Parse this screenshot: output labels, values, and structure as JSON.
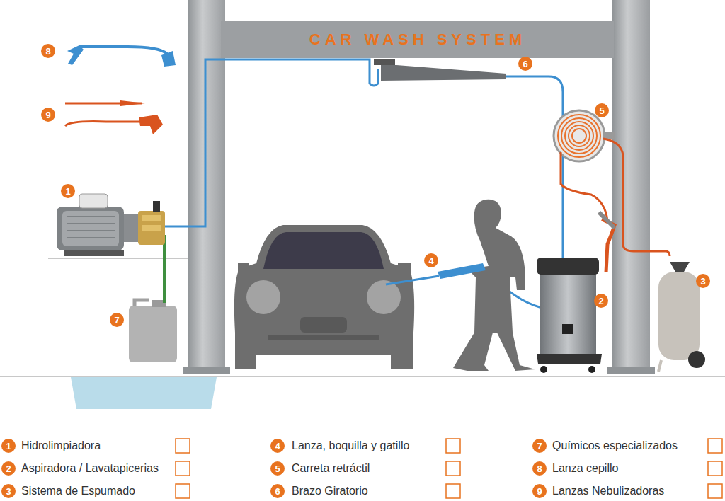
{
  "diagram": {
    "title": "CAR WASH SYSTEM",
    "labels": [
      "8",
      "9",
      "1",
      "7",
      "6",
      "5",
      "4",
      "2",
      "3",
      "1",
      "Hidrolimpiadora",
      "2",
      "Aspiradora / Lavatapicerias",
      "3",
      "Sistema de Espumado",
      "4",
      "Lanza, boquilla y gatillo",
      "5",
      "Carreta retráctil",
      "6",
      "Brazo Giratorio",
      "7",
      "Químicos especializados",
      "8",
      "Lanza cepillo",
      "9",
      "Lanzas Nebulizadoras"
    ]
  }
}
